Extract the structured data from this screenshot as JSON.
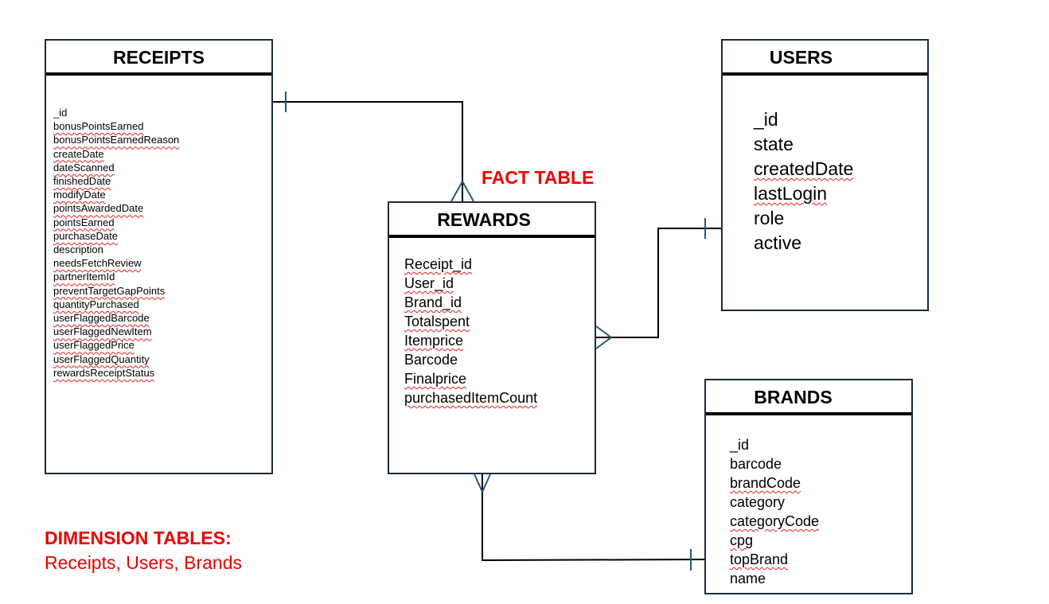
{
  "entities": {
    "receipts": {
      "title": "RECEIPTS",
      "fields": [
        {
          "label": "_id",
          "spell_flag": false
        },
        {
          "label": "bonusPointsEarned",
          "spell_flag": true
        },
        {
          "label": "bonusPointsEarnedReason",
          "spell_flag": true
        },
        {
          "label": "createDate",
          "spell_flag": true
        },
        {
          "label": "dateScanned",
          "spell_flag": true
        },
        {
          "label": "finishedDate",
          "spell_flag": true
        },
        {
          "label": "modifyDate",
          "spell_flag": true
        },
        {
          "label": "pointsAwardedDate",
          "spell_flag": true
        },
        {
          "label": "pointsEarned",
          "spell_flag": true
        },
        {
          "label": "purchaseDate",
          "spell_flag": true
        },
        {
          "label": "description",
          "spell_flag": false
        },
        {
          "label": "needsFetchReview",
          "spell_flag": true
        },
        {
          "label": "partnerItemId",
          "spell_flag": true
        },
        {
          "label": "preventTargetGapPoints",
          "spell_flag": true
        },
        {
          "label": "quantityPurchased",
          "spell_flag": true
        },
        {
          "label": "userFlaggedBarcode",
          "spell_flag": true
        },
        {
          "label": "userFlaggedNewItem",
          "spell_flag": true
        },
        {
          "label": "userFlaggedPrice",
          "spell_flag": true
        },
        {
          "label": "userFlaggedQuantity",
          "spell_flag": true
        },
        {
          "label": "rewardsReceiptStatus",
          "spell_flag": true
        }
      ]
    },
    "users": {
      "title": "USERS",
      "fields": [
        {
          "label": "_id",
          "spell_flag": false
        },
        {
          "label": "state",
          "spell_flag": false
        },
        {
          "label": "createdDate",
          "spell_flag": true
        },
        {
          "label": "lastLogin",
          "spell_flag": true
        },
        {
          "label": "role",
          "spell_flag": false
        },
        {
          "label": "active",
          "spell_flag": false
        }
      ]
    },
    "rewards": {
      "title": "REWARDS",
      "fields": [
        {
          "label": "Receipt_id",
          "spell_flag": true
        },
        {
          "label": "User_id",
          "spell_flag": true
        },
        {
          "label": "Brand_id",
          "spell_flag": true
        },
        {
          "label": "Totalspent",
          "spell_flag": true
        },
        {
          "label": "Itemprice",
          "spell_flag": true
        },
        {
          "label": "Barcode",
          "spell_flag": false
        },
        {
          "label": "Finalprice",
          "spell_flag": true
        },
        {
          "label": "purchasedItemCount",
          "spell_flag": true
        }
      ]
    },
    "brands": {
      "title": "BRANDS",
      "fields": [
        {
          "label": "_id",
          "spell_flag": false
        },
        {
          "label": "barcode",
          "spell_flag": false
        },
        {
          "label": "brandCode",
          "spell_flag": true
        },
        {
          "label": "category",
          "spell_flag": false
        },
        {
          "label": "categoryCode",
          "spell_flag": true
        },
        {
          "label": "cpg",
          "spell_flag": true
        },
        {
          "label": "topBrand",
          "spell_flag": true
        },
        {
          "label": "name",
          "spell_flag": false
        }
      ]
    }
  },
  "annotations": {
    "fact_table": "FACT TABLE",
    "dimension_heading": "DIMENSION TABLES:",
    "dimension_list": "Receipts, Users, Brands"
  },
  "relationships": [
    {
      "from": "receipts",
      "from_cardinality": "one",
      "to": "rewards",
      "to_cardinality": "many"
    },
    {
      "from": "users",
      "from_cardinality": "one",
      "to": "rewards",
      "to_cardinality": "many"
    },
    {
      "from": "brands",
      "from_cardinality": "one",
      "to": "rewards",
      "to_cardinality": "many"
    }
  ],
  "colors": {
    "connector": "#1f5c7a",
    "entity_border": "#1a2b3c",
    "annotation": "#ee0000",
    "spellcheck_underline": "#e02020"
  }
}
